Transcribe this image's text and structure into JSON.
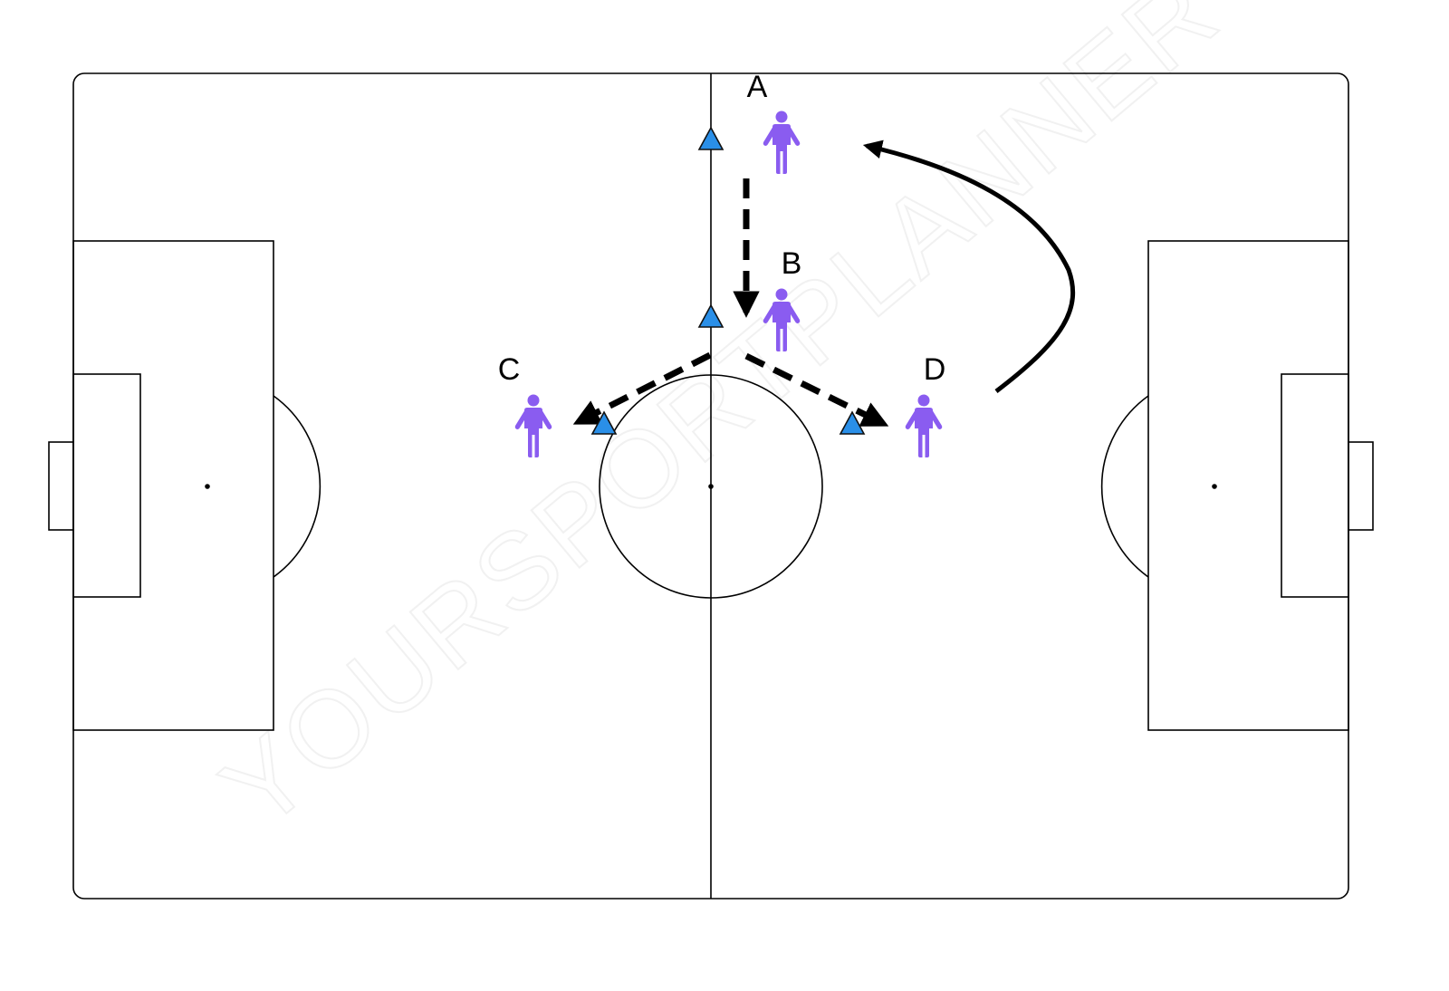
{
  "diagram": {
    "watermark": "YOURSPORTPLANNER",
    "colors": {
      "line": "#000000",
      "player": "#8a5cf0",
      "cone": "#2a8fe8",
      "cone_stroke": "#111111",
      "background": "#ffffff"
    },
    "players": [
      {
        "label": "A",
        "icon": "player-icon"
      },
      {
        "label": "B",
        "icon": "player-icon"
      },
      {
        "label": "C",
        "icon": "player-icon"
      },
      {
        "label": "D",
        "icon": "player-icon"
      }
    ],
    "cones": [
      {
        "name": "cone-top",
        "icon": "cone-icon"
      },
      {
        "name": "cone-middle",
        "icon": "cone-icon"
      },
      {
        "name": "cone-left",
        "icon": "cone-icon"
      },
      {
        "name": "cone-right",
        "icon": "cone-icon"
      }
    ],
    "arrows": [
      {
        "name": "pass-a-to-b",
        "style": "dashed"
      },
      {
        "name": "pass-b-to-c",
        "style": "dashed"
      },
      {
        "name": "pass-b-to-d",
        "style": "dashed"
      },
      {
        "name": "run-d-to-a",
        "style": "solid-curve"
      }
    ]
  }
}
